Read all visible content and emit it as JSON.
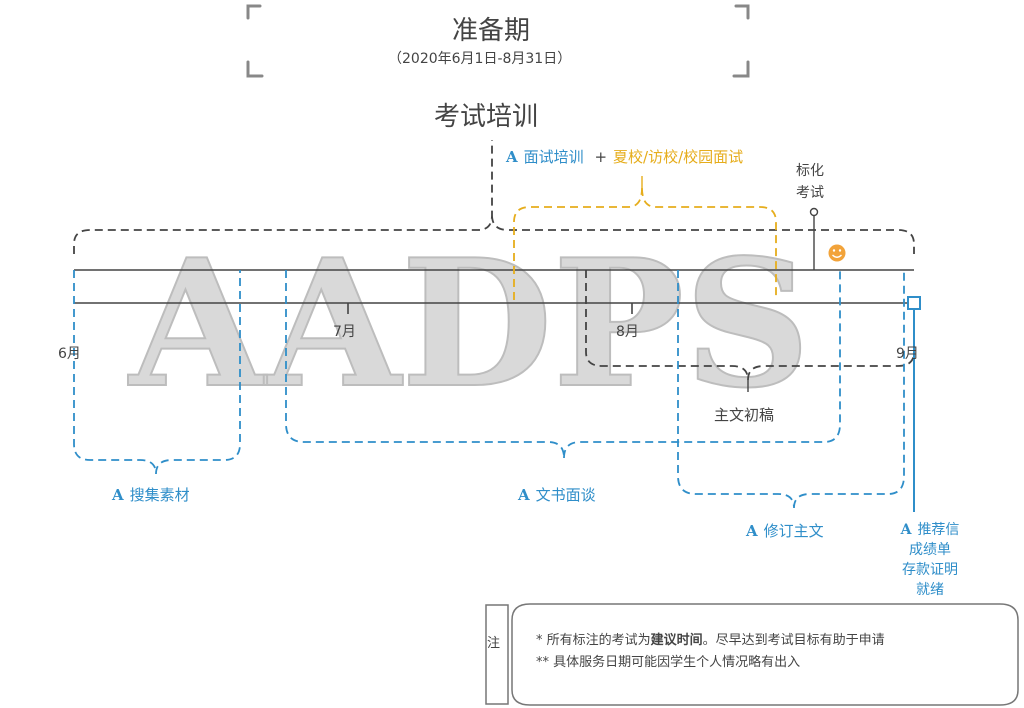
{
  "header": {
    "title": "准备期",
    "date_range": "（2020年6月1日-8月31日）"
  },
  "colors": {
    "dark": "#444444",
    "blue": "#2f8ec9",
    "yellow": "#e6ad1c",
    "watermark": "#d9d9d9",
    "smiley": "#f2a33a"
  },
  "section_title": "考试培训",
  "interview": {
    "marker": "A",
    "label": "面试培训",
    "plus": "+",
    "highlight": "夏校/访校/校园面试"
  },
  "standard_test": {
    "line1": "标化",
    "line2": "考试",
    "icon": "smiley-icon"
  },
  "timeline": {
    "months": [
      "6月",
      "7月",
      "8月",
      "9月"
    ]
  },
  "watermark": "AADPS",
  "tasks": {
    "draft": "主文初稿",
    "collect": {
      "marker": "A",
      "label": "搜集素材"
    },
    "interview_docs": {
      "marker": "A",
      "label": "文书面谈"
    },
    "revise": {
      "marker": "A",
      "label": "修订主文"
    },
    "ready": {
      "marker": "A",
      "line1": "推荐信",
      "line2": "成绩单",
      "line3": "存款证明",
      "line4": "就绪"
    }
  },
  "note": {
    "tag": "注",
    "line1_prefix": "* 所有标注的考试为",
    "line1_bold": "建议时间",
    "line1_suffix": "。尽早达到考试目标有助于申请",
    "line2": "** 具体服务日期可能因学生个人情况略有出入"
  }
}
